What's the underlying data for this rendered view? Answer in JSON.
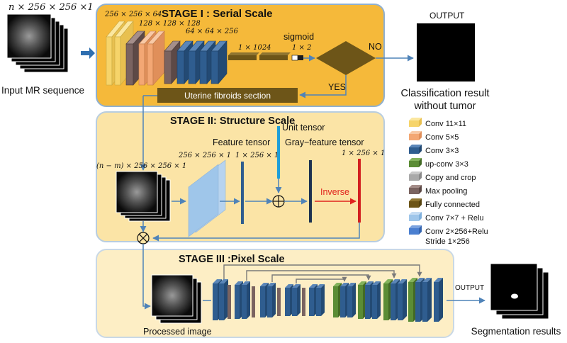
{
  "colors": {
    "stage1_bg": "#f5b93a",
    "stage2_bg": "#fbe4a6",
    "stage3_bg": "#fdeec5",
    "fully_connected": "#6d5518",
    "arrow": "#4f83b8",
    "inverse": "#e0231d"
  },
  "input": {
    "dims": "n × 256 × 256 ×1",
    "label": "Input MR sequence"
  },
  "stage1": {
    "title": "STAGE I : Serial Scale",
    "dim_a": "256 × 256 × 64",
    "dim_b": "128 × 128 × 128",
    "dim_c": "64 × 64 × 256",
    "dim_fc1": "1 × 1024",
    "sigmoid": "sigmoid",
    "dim_fc2": "1 × 2",
    "decision_no": "NO",
    "decision_yes": "YES",
    "section_label": "Uterine fibroids section"
  },
  "output": {
    "title": "OUTPUT",
    "label_line1": "Classification result",
    "label_line2": "without tumor"
  },
  "stage2": {
    "title": "STAGE II: Structure Scale",
    "unit_tensor": "Unit tensor",
    "feature_tensor": "Feature tensor",
    "gray_feature_tensor": "Gray−feature tensor",
    "dim_input": "(n − m) × 256 × 256 × 1",
    "dim_conv": "256 × 256 × 1",
    "dim_feature": "1 × 256 × 1",
    "dim_gray": "1 × 256 × 1",
    "inverse": "Inverse"
  },
  "stage3": {
    "title": "STAGE III :Pixel Scale",
    "processed_label": "Processed image",
    "output_label": "OUTPUT",
    "result_label": "Segmentation results"
  },
  "legend": [
    {
      "label": "Conv 11×11",
      "color": "#f6d46a",
      "icon": "yellow-cube"
    },
    {
      "label": "Conv 5×5",
      "color": "#f3a774",
      "icon": "orange-cube"
    },
    {
      "label": "Conv 3×3",
      "color": "#2f5d8f",
      "icon": "blue-cube"
    },
    {
      "label": "up-conv 3×3",
      "color": "#5b8c35",
      "icon": "green-cube"
    },
    {
      "label": "Copy and crop",
      "color": "#a9a9a9",
      "icon": "gray-cube"
    },
    {
      "label": "Max pooling",
      "color": "#7a6360",
      "icon": "brown-cube"
    },
    {
      "label": "Fully connected",
      "color": "#6d5518",
      "icon": "olive-cube"
    },
    {
      "label": "Conv 7×7 + Relu",
      "color": "#9fc6ea",
      "icon": "lightblue-cube"
    },
    {
      "label": "Conv 2×256+Relu",
      "color": "#4a7fd0",
      "icon": "midblue-cube"
    },
    {
      "label": "Stride 1×256",
      "color": "",
      "icon": ""
    }
  ]
}
